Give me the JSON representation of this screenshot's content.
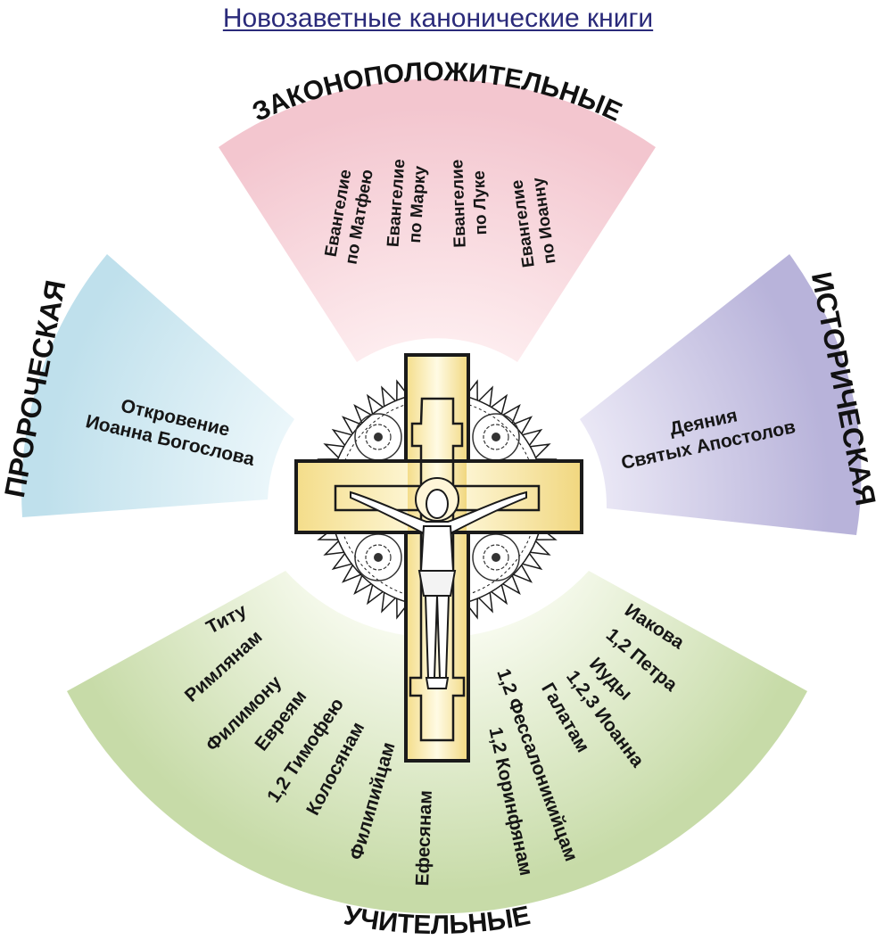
{
  "title": "Новозаветные канонические книги",
  "colors": {
    "law": "#f6d2d8",
    "history": "#cfcbe6",
    "prophecy": "#d3ebf3",
    "teaching": "#dce8c4",
    "cross_fill": "#f8eab0",
    "cross_stroke": "#1a1a1a"
  },
  "sectors": {
    "law": {
      "heading": "ЗАКОНОПОЛОЖИТЕЛЬНЫЕ",
      "books": [
        [
          "Евангелие",
          "по Матфею"
        ],
        [
          "Евангелие",
          "по Марку"
        ],
        [
          "Евангелие",
          "по Луке"
        ],
        [
          "Евангелие",
          "по Иоанну"
        ]
      ]
    },
    "history": {
      "heading": "ИСТОРИЧЕСКАЯ",
      "books": [
        [
          "Деяния",
          "Святых Апостолов"
        ]
      ]
    },
    "prophecy": {
      "heading": "ПРОРОЧЕСКАЯ",
      "books": [
        [
          "Откровение",
          "Иоанна Богослова"
        ]
      ]
    },
    "teaching": {
      "heading": "УЧИТЕЛЬНЫЕ",
      "books": [
        "Титу",
        "Римлянам",
        "Филимону",
        "Евреям",
        "1,2 Тимофею",
        "Колосянам",
        "Филипийцам",
        "Ефесянам",
        "1,2 Коринфянам",
        "1,2 Фессалоникийцам",
        "Галатам",
        "1,2,3 Иоанна",
        "Иуды",
        "1,2 Петра",
        "Иакова"
      ]
    }
  },
  "center": {
    "icon": "crucifix-icon",
    "ornament": "sunburst-ornament-icon"
  }
}
